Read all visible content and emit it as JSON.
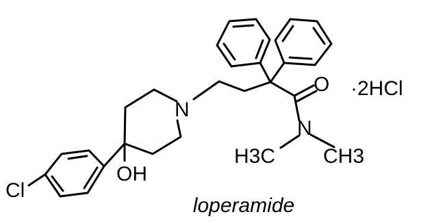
{
  "compound": {
    "name": "loperamide",
    "salt": "·2HCl"
  },
  "atoms": {
    "chlorine": "Cl",
    "hydroxyl": "OH",
    "piperidine_nitrogen": "N",
    "carbonyl_oxygen": "O",
    "amide_nitrogen": "N",
    "left_methyl": "H3C",
    "right_methyl": "CH3"
  },
  "colors": {
    "ink": "#000000",
    "background": "#ffffff"
  }
}
